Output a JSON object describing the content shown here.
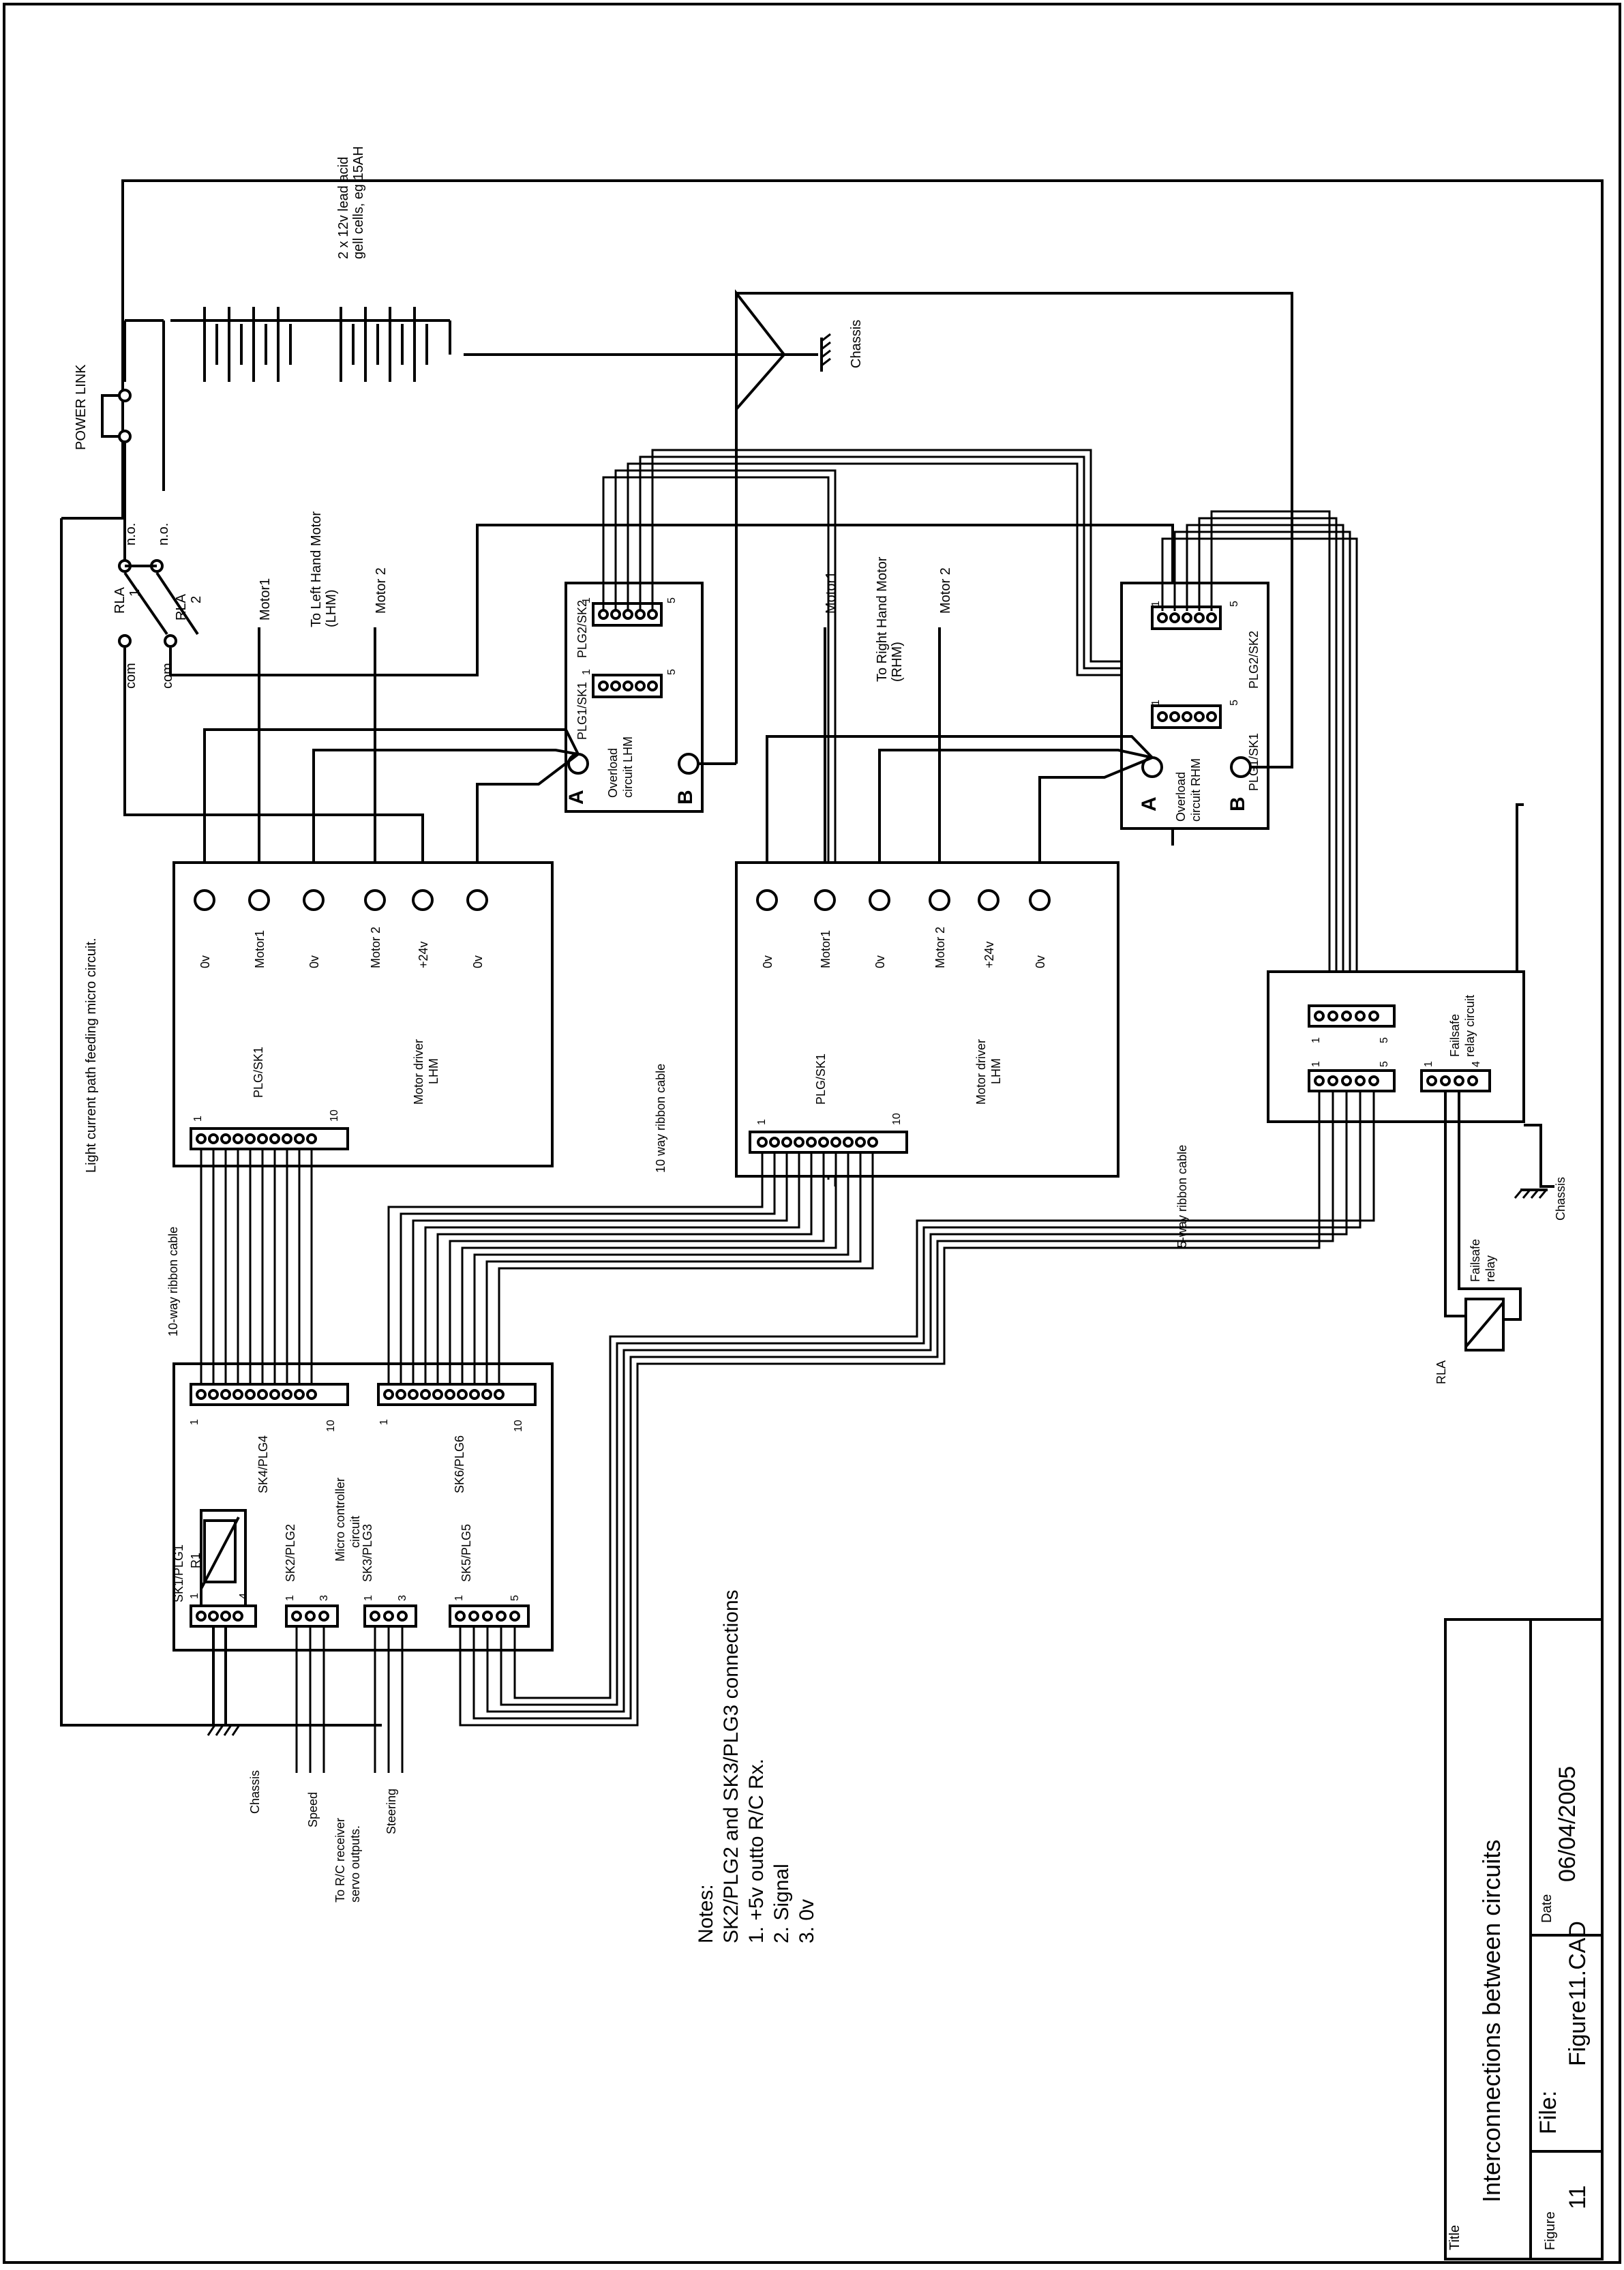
{
  "title_block": {
    "title_label": "Title",
    "title": "Interconnections between circuits",
    "figure_label": "Figure",
    "figure": "11",
    "file_label": "File:",
    "file": "Figure11.CAD",
    "date_label": "Date",
    "date": "06/04/2005"
  },
  "power": {
    "power_link": "POWER LINK",
    "battery": "2 x 12v lead acid\ngell cells, eg 15AH",
    "chassis": "Chassis",
    "light_path": "Light current path feeding micro circuit."
  },
  "relay": {
    "rla1": "RLA\n1",
    "rla2": "RLA\n2",
    "no1": "n.o.",
    "no2": "n.o.",
    "com1": "com",
    "com2": "com"
  },
  "left_motor": {
    "label": "To Left Hand Motor\n(LHM)",
    "motor1": "Motor1",
    "motor2": "Motor 2"
  },
  "right_motor": {
    "label": "To Right Hand Motor\n(RHM)",
    "motor1": "Motor1",
    "motor2": "Motor 2"
  },
  "overload_lhm": {
    "label": "Overload\ncircuit  LHM",
    "plg1": "PLG1/SK1",
    "plg2": "PLG2/SK2",
    "a": "A",
    "b": "B",
    "p1a": "1",
    "p5a": "5",
    "p1b": "1",
    "p5b": "5"
  },
  "overload_rhm": {
    "label": "Overload\ncircuit  RHM",
    "plg1": "PLG1/SK1",
    "plg2": "PLG2/SK2",
    "a": "A",
    "b": "B",
    "p1a": "1",
    "p5a": "5",
    "p1b": "1",
    "p5b": "5"
  },
  "driver_lhm": {
    "label": "Motor driver\nLHM",
    "plg": "PLG/SK1",
    "p1": "1",
    "p10": "10",
    "terminals": [
      "0v",
      "Motor1",
      "0v",
      "Motor 2",
      "+24v",
      "0v"
    ]
  },
  "driver_rhm": {
    "label": "Motor driver\nLHM",
    "plg": "PLG/SK1",
    "p1": "1",
    "p10": "10",
    "terminals": [
      "0v",
      "Motor1",
      "0v",
      "Motor 2",
      "+24v",
      "0v"
    ]
  },
  "failsafe": {
    "label": "Failsafe\nrelay circuit",
    "p1a": "1",
    "p5a": "5",
    "p1b": "1",
    "p5b": "5",
    "p1c": "1",
    "p4c": "4",
    "chassis": "Chassis",
    "relay": "Failsafe\nrelay",
    "rla": "RLA"
  },
  "micro": {
    "label": "Micro controller\ncircuit",
    "sk1": "SK1/PLG1",
    "r1": "R1",
    "sk2": "SK2/PLG2",
    "sk3": "SK3/PLG3",
    "sk4": "SK4/PLG4",
    "sk5": "SK5/PLG5",
    "sk6": "SK6/PLG6",
    "sk1_p1": "1",
    "sk1_p4": "4",
    "sk2_p1": "1",
    "sk2_p3": "3",
    "sk3_p1": "1",
    "sk3_p3": "3",
    "sk4_p1": "1",
    "sk4_p10": "10",
    "sk5_p1": "1",
    "sk5_p5": "5",
    "sk6_p1": "1",
    "sk6_p10": "10",
    "chassis": "Chassis",
    "speed": "Speed",
    "steering": "Steering",
    "rc_outputs": "To R/C receiver\nservo outputs."
  },
  "cables": {
    "ribbon10_left": "10-way ribbon cable",
    "ribbon10_mid": "10 way ribbon cable",
    "ribbon5": "5-way ribbon cable"
  },
  "notes": {
    "heading": "Notes:",
    "line1": "SK2/PLG2 and SK3/PLG3 connections",
    "line2": "1. +5v outto R/C Rx.",
    "line3": "2. Signal",
    "line4": "3. 0v"
  }
}
